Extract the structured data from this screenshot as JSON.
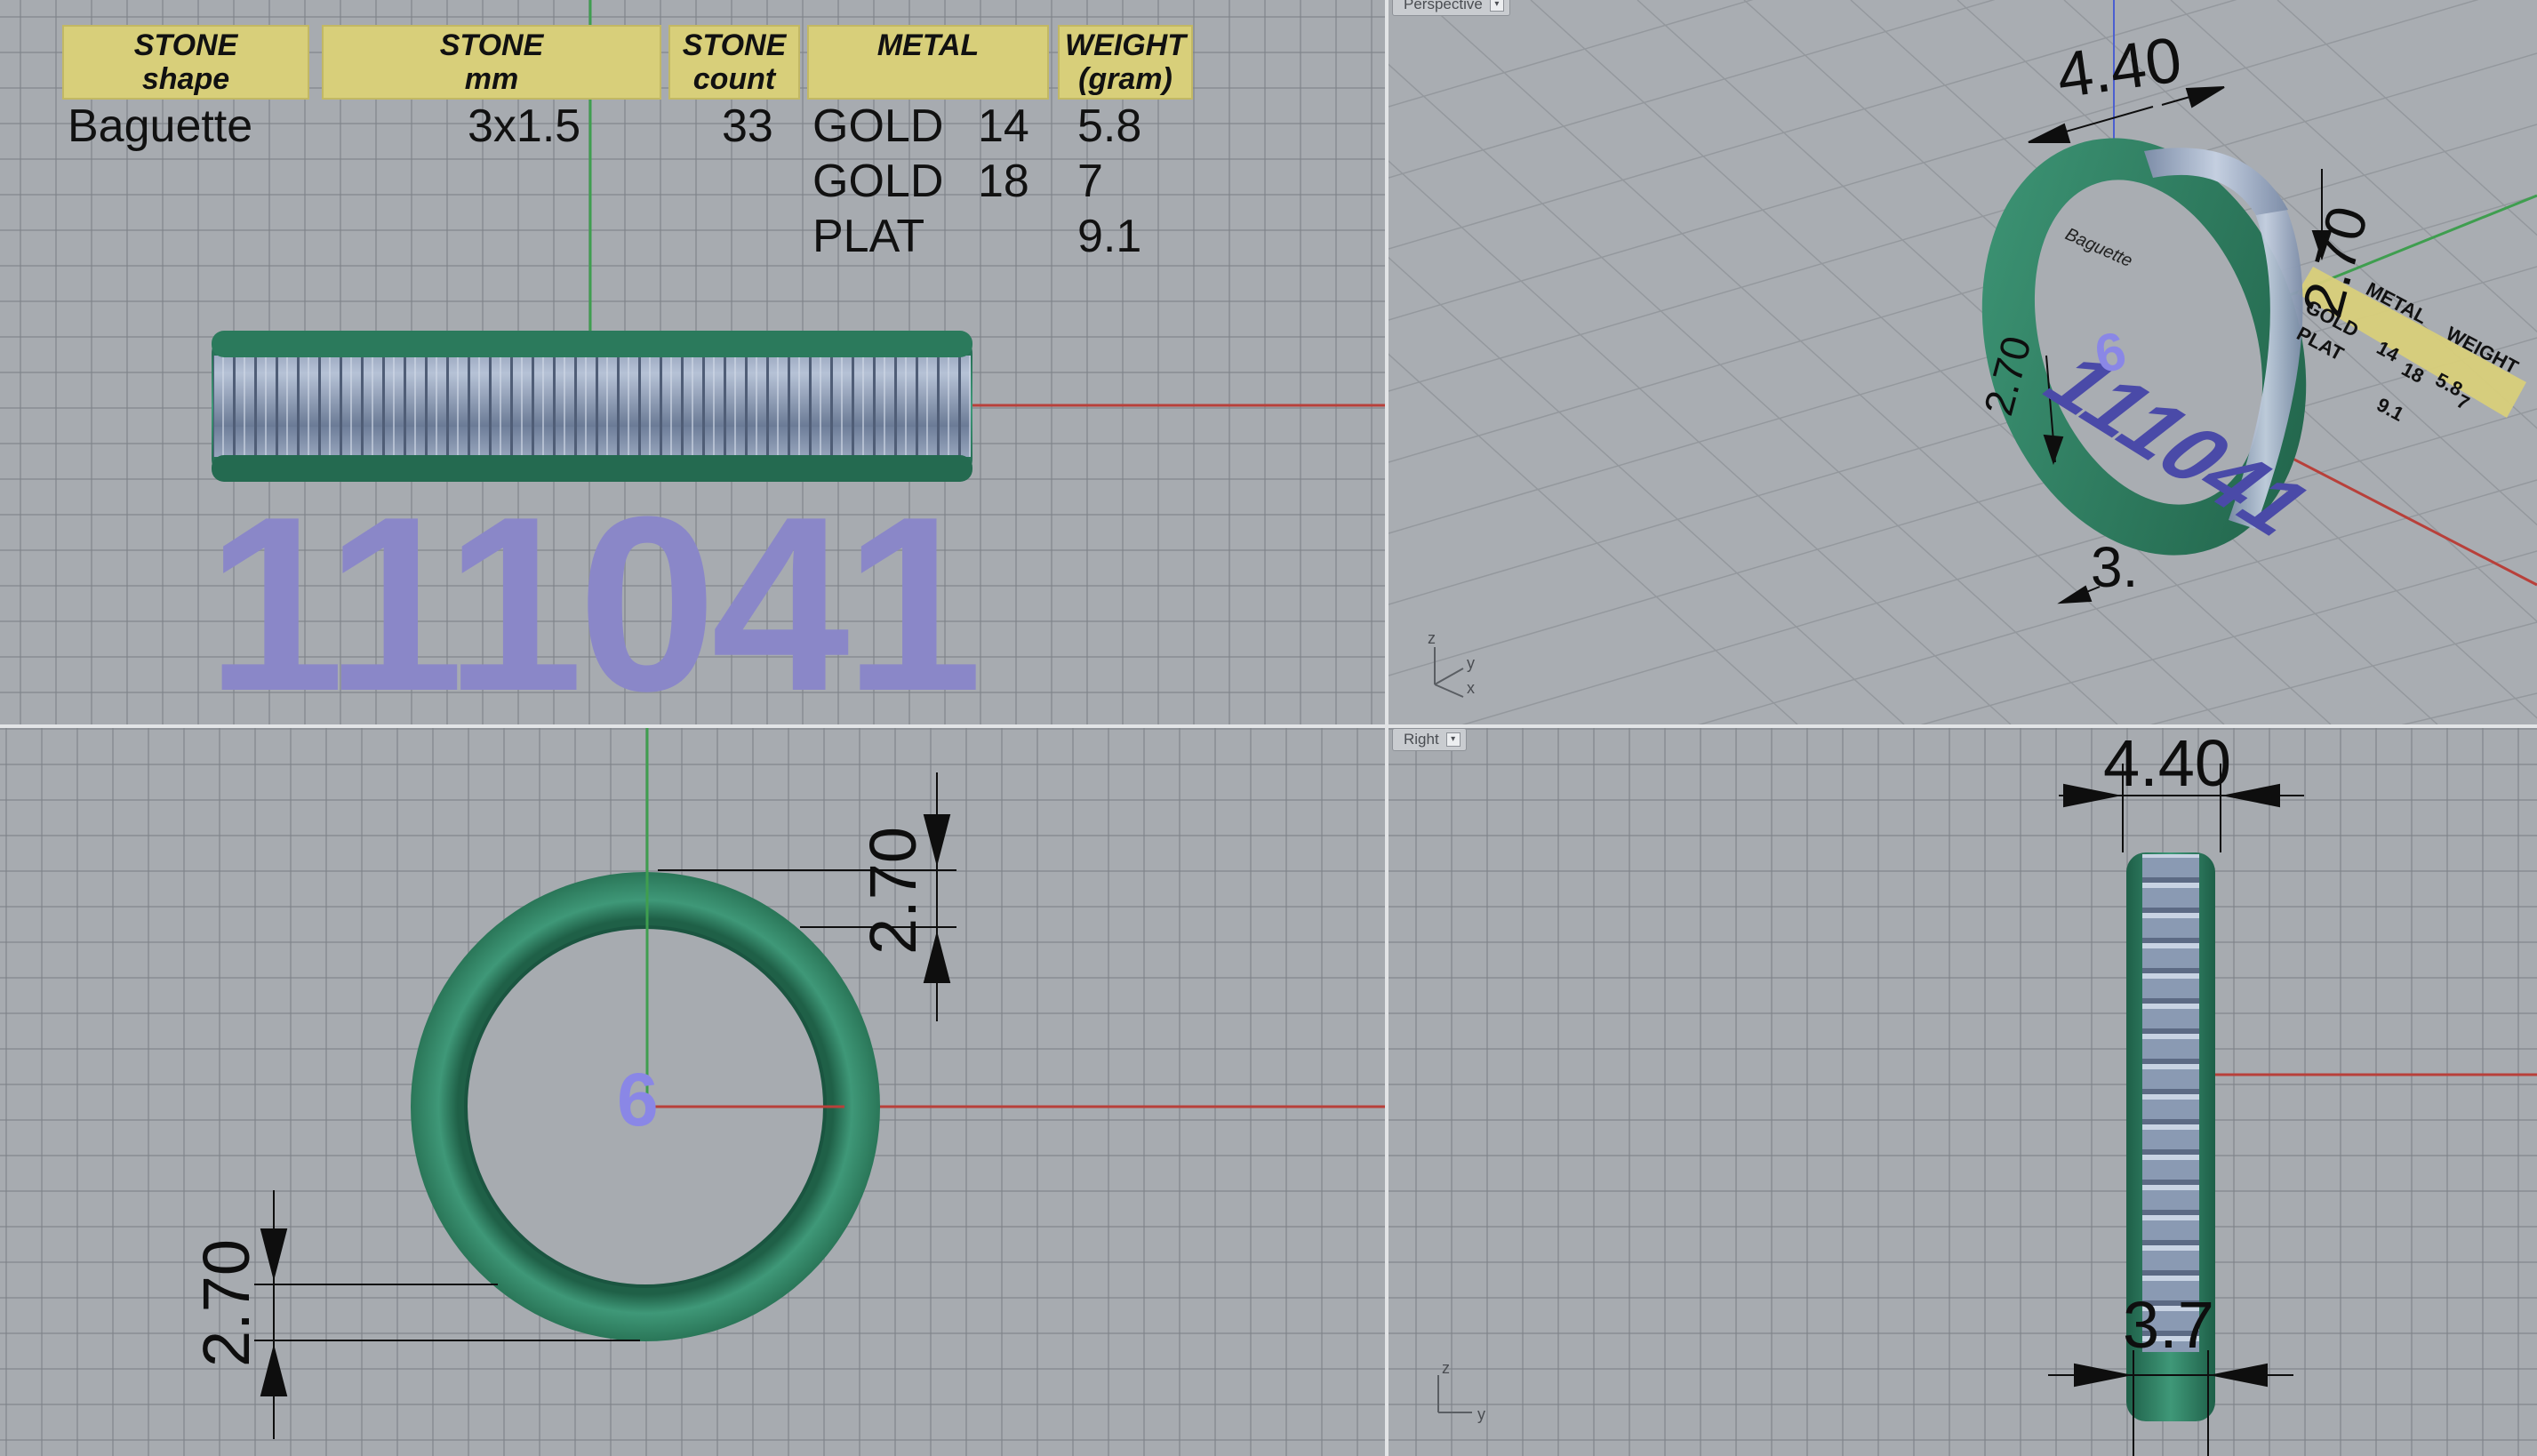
{
  "viewports": {
    "top": {
      "label": ""
    },
    "perspective": {
      "label": "Perspective"
    },
    "front": {
      "label": ""
    },
    "right": {
      "label": "Right"
    }
  },
  "spec_table": {
    "headers": [
      {
        "line1": "STONE",
        "line2": "shape"
      },
      {
        "line1": "STONE",
        "line2": "mm"
      },
      {
        "line1": "STONE",
        "line2": "count"
      },
      {
        "line1": "METAL",
        "line2": ""
      },
      {
        "line1": "WEIGHT",
        "line2": "(gram)"
      }
    ],
    "stone_shape": "Baguette",
    "stone_mm": "3x1.5",
    "stone_count": "33",
    "metals": [
      {
        "metal": "GOLD",
        "karat": "14",
        "weight": "5.8"
      },
      {
        "metal": "GOLD",
        "karat": "18",
        "weight": "7"
      },
      {
        "metal": "PLAT",
        "karat": "",
        "weight": "9.1"
      }
    ]
  },
  "stock_number": "111041",
  "ring_size": "6",
  "dimensions": {
    "top_width": "4.40",
    "bottom_width": "3.7",
    "top_thickness": "2.70",
    "bottom_thickness": "2.70",
    "persp_top": "4.40",
    "persp_side": "2.70",
    "persp_bottom": "3.",
    "persp_left": "2.70",
    "persp_label": "Baguette"
  },
  "axis_labels": {
    "z": "z",
    "x": "x",
    "y": "y"
  },
  "colors": {
    "ring_green": "#2f7f63",
    "stone_blue": "#8c9cb6",
    "stock_purple": "#8a87c8",
    "table_yellow": "#d8cf7a",
    "axis_red": "#b8403a",
    "axis_green": "#3f9e4f"
  }
}
